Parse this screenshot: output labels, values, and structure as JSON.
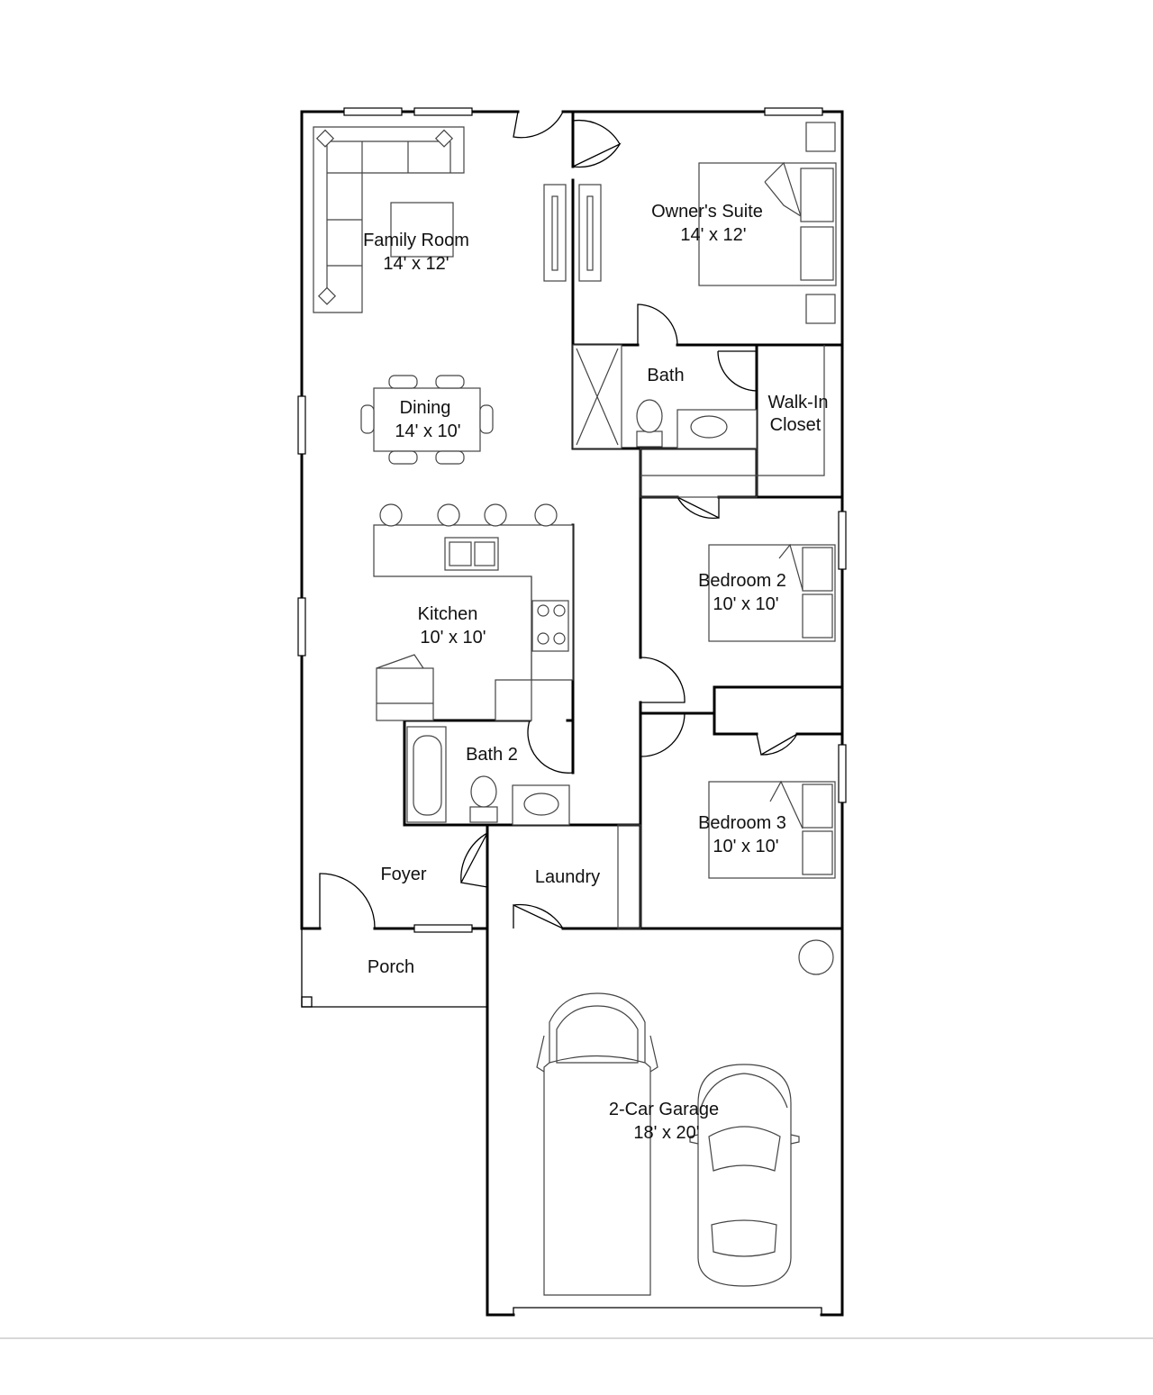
{
  "rooms": {
    "family_room": {
      "name": "Family Room",
      "dims": "14' x 12'"
    },
    "owners_suite": {
      "name": "Owner's Suite",
      "dims": "14' x 12'"
    },
    "dining": {
      "name": "Dining",
      "dims": "14' x 10'"
    },
    "bath": {
      "name": "Bath"
    },
    "walk_in_closet": {
      "line1": "Walk-In",
      "line2": "Closet"
    },
    "kitchen": {
      "name": "Kitchen",
      "dims": "10' x 10'"
    },
    "bedroom2": {
      "name": "Bedroom 2",
      "dims": "10' x 10'"
    },
    "bath2": {
      "name": "Bath 2"
    },
    "bedroom3": {
      "name": "Bedroom 3",
      "dims": "10' x 10'"
    },
    "foyer": {
      "name": "Foyer"
    },
    "laundry": {
      "name": "Laundry"
    },
    "porch": {
      "name": "Porch"
    },
    "garage": {
      "name": "2-Car Garage",
      "dims": "18' x 20'"
    }
  }
}
